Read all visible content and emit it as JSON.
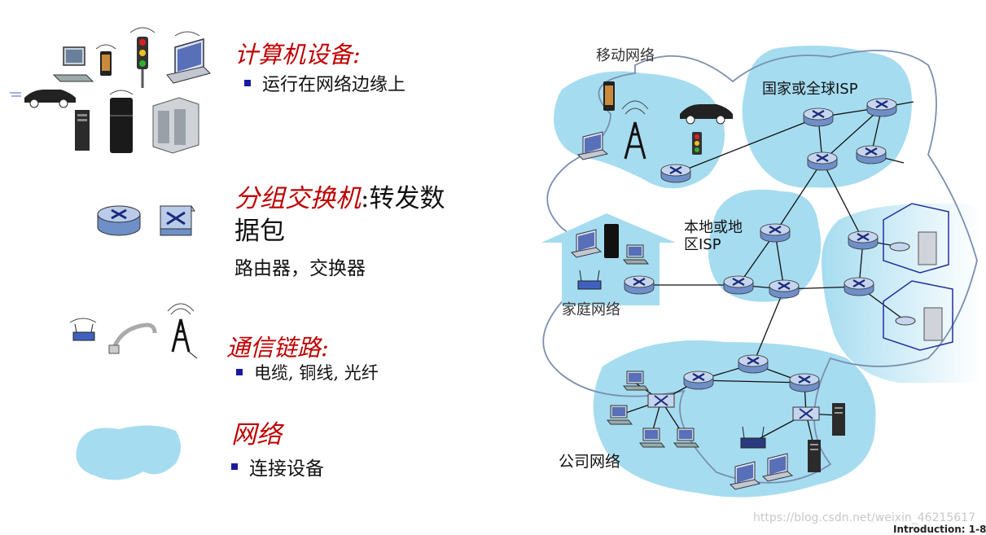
{
  "legend": {
    "devices": {
      "title": "计算机设备:",
      "bullet": "运行在网络边缘上"
    },
    "packet_switches": {
      "title": "分组交换机",
      "title_suffix": ":转发数",
      "title_line2": "据包",
      "subtitle": "路由器，交换器"
    },
    "links": {
      "title": "通信链路:",
      "bullet": "电缆, 铜线, 光纤"
    },
    "networks": {
      "title": "网络",
      "bullet": "连接设备"
    }
  },
  "diagram": {
    "mobile_network": "移动网络",
    "global_isp": "国家或全球ISP",
    "regional_isp_line1": "本地或地",
    "regional_isp_line2": "区ISP",
    "home_network": "家庭网络",
    "enterprise_network": "公司网络"
  },
  "footer": {
    "watermark": "https://blog.csdn.net/weixin_46215617",
    "slide_label": "Introduction: 1-8"
  },
  "colors": {
    "cloud": "#a6dcf0",
    "router": "#6e8fc8",
    "heading": "#c00000",
    "bullet": "#1a1aa0"
  }
}
